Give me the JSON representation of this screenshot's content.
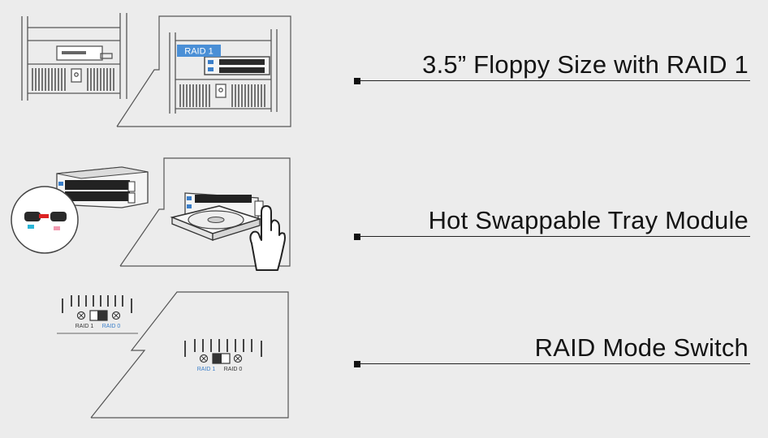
{
  "features": [
    {
      "label": "3.5” Floppy Size with RAID 1"
    },
    {
      "label": "Hot Swappable Tray Module"
    },
    {
      "label": "RAID Mode Switch"
    }
  ],
  "illustrations": {
    "raid1_tag": "RAID 1",
    "switch_labels": {
      "raid1": "RAID 1",
      "raid0": "RAID 0"
    }
  },
  "colors": {
    "background": "#ececec",
    "accent_blue": "#3a7ec9",
    "tag_blue": "#4a8fd6",
    "text": "#141414"
  }
}
